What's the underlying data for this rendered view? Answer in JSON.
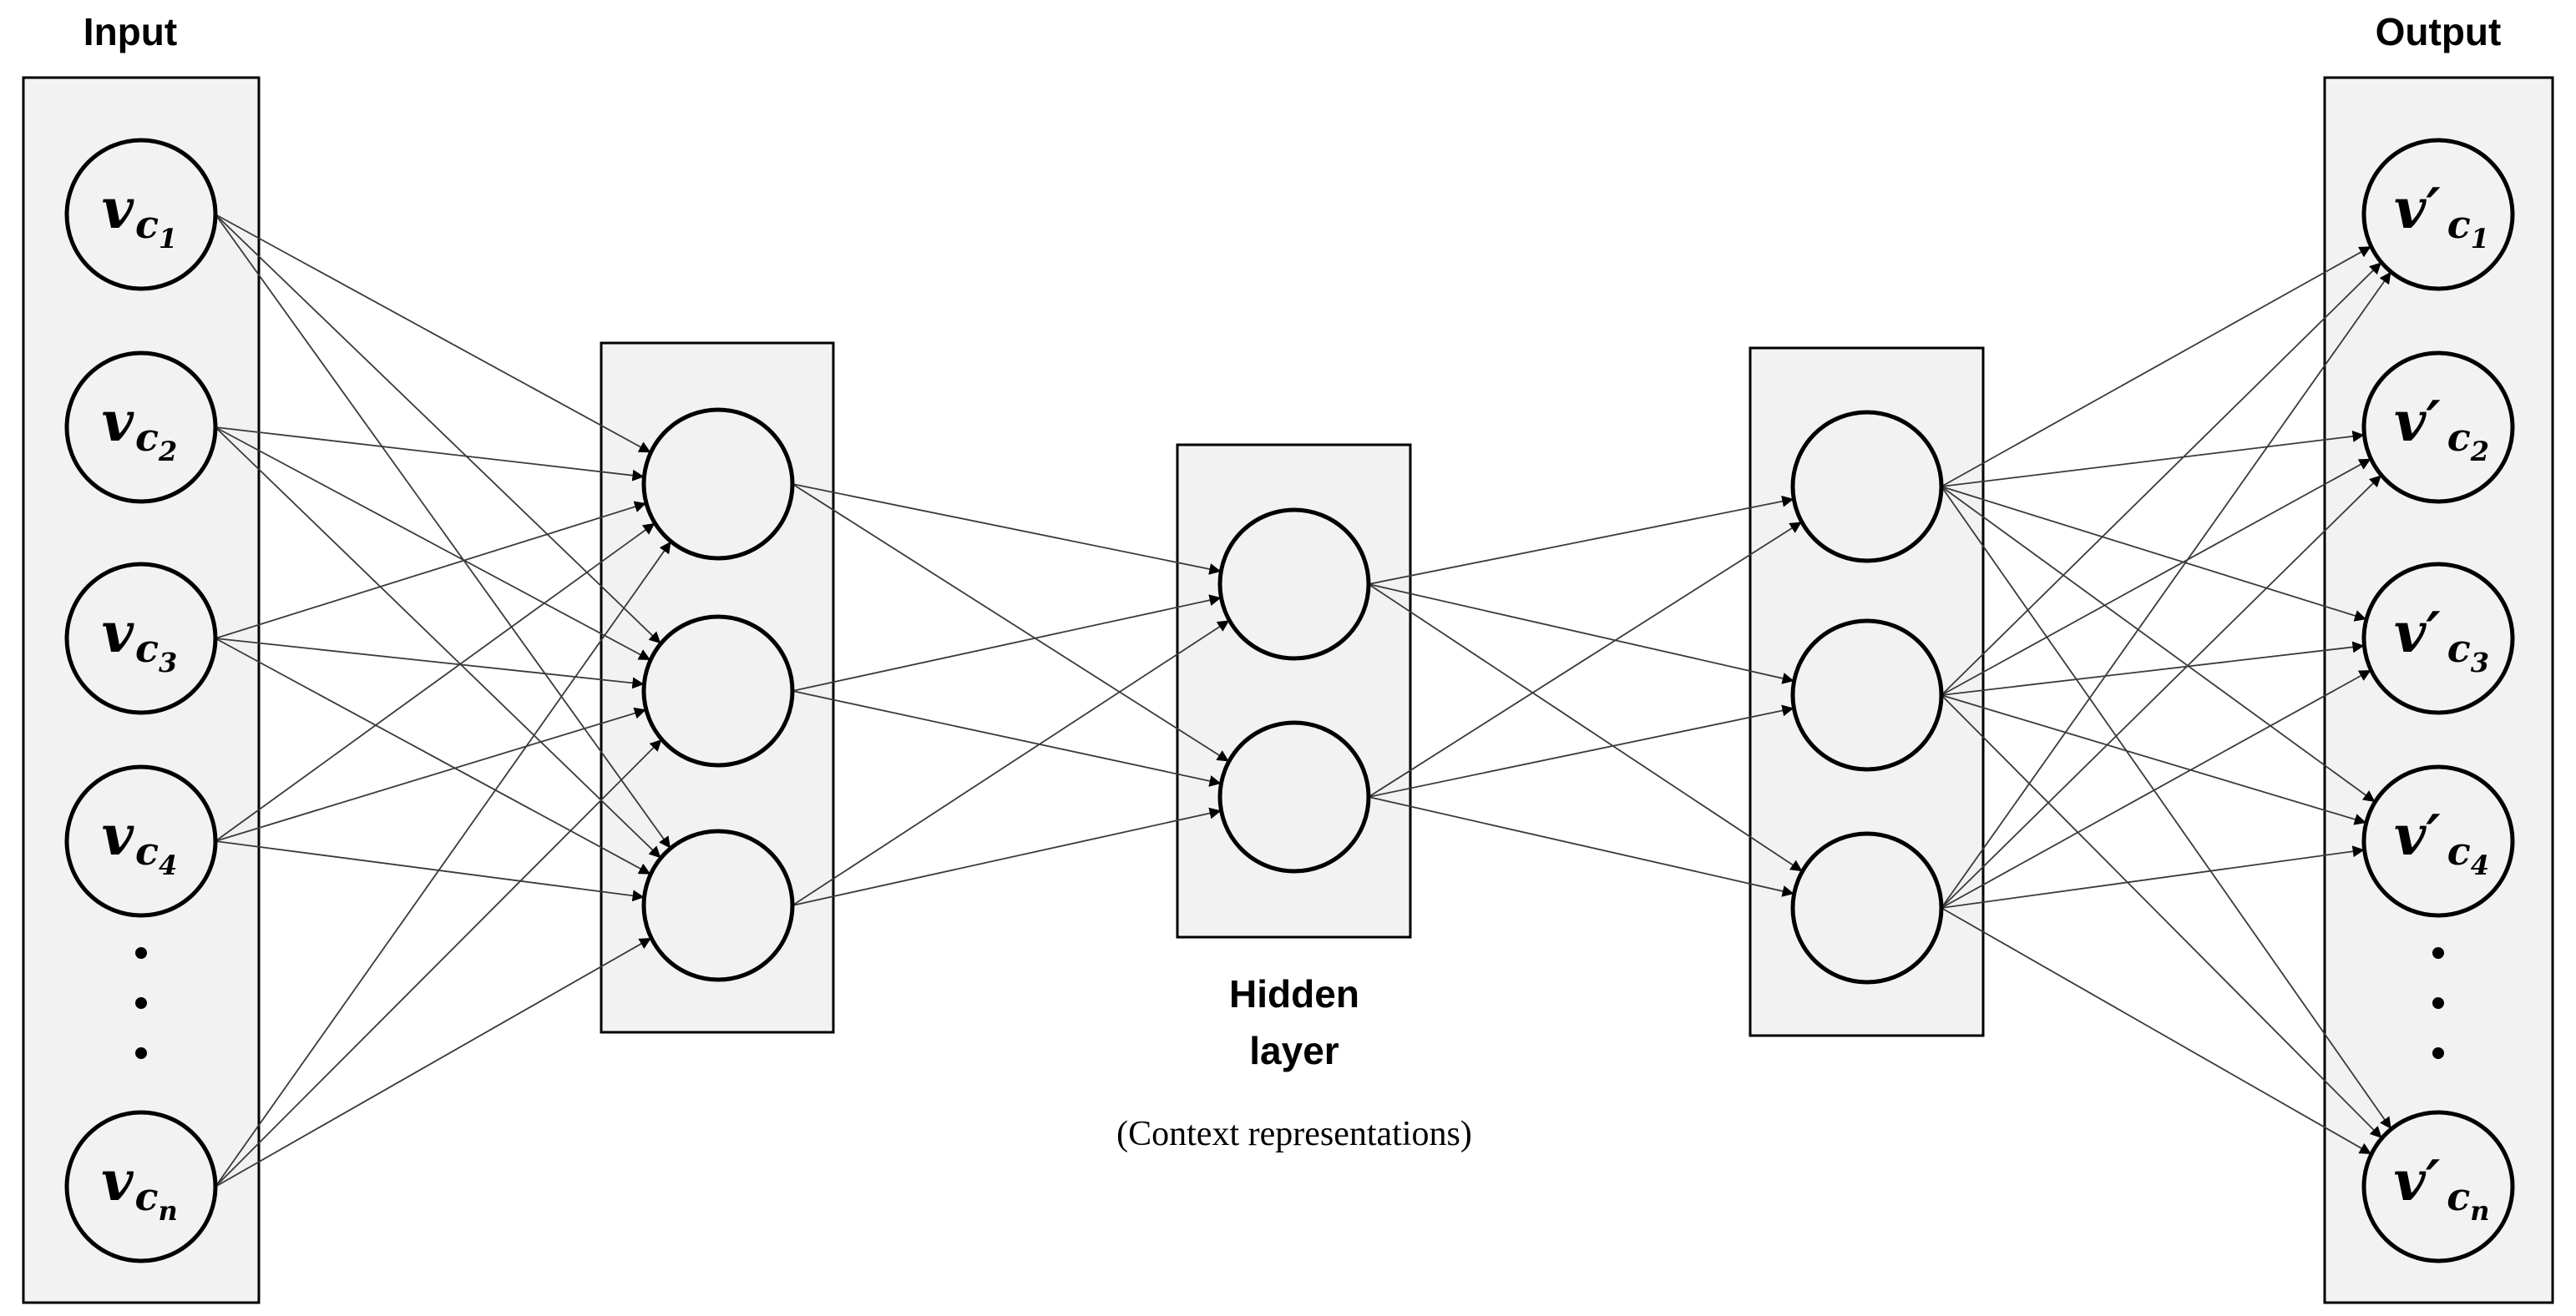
{
  "labels": {
    "input": "Input",
    "output": "Output",
    "hidden_line1": "Hidden",
    "hidden_line2": "layer",
    "hidden_note": "(Context representations)"
  },
  "input_nodes": [
    {
      "base": "v",
      "prime": "",
      "sub": "c",
      "subsub": "1"
    },
    {
      "base": "v",
      "prime": "",
      "sub": "c",
      "subsub": "2"
    },
    {
      "base": "v",
      "prime": "",
      "sub": "c",
      "subsub": "3"
    },
    {
      "base": "v",
      "prime": "",
      "sub": "c",
      "subsub": "4"
    },
    {
      "base": "v",
      "prime": "",
      "sub": "c",
      "subsub": "n"
    }
  ],
  "output_nodes": [
    {
      "base": "v",
      "prime": "′",
      "sub": "c",
      "subsub": "1"
    },
    {
      "base": "v",
      "prime": "′",
      "sub": "c",
      "subsub": "2"
    },
    {
      "base": "v",
      "prime": "′",
      "sub": "c",
      "subsub": "3"
    },
    {
      "base": "v",
      "prime": "′",
      "sub": "c",
      "subsub": "4"
    },
    {
      "base": "v",
      "prime": "′",
      "sub": "c",
      "subsub": "n"
    }
  ],
  "layer_sizes": [
    3,
    2,
    3
  ],
  "ellipsis_glyph": "⋮",
  "colors": {
    "panel_fill": "#f2f2f2",
    "stroke": "#000000",
    "edge": "#3a3a3a"
  }
}
